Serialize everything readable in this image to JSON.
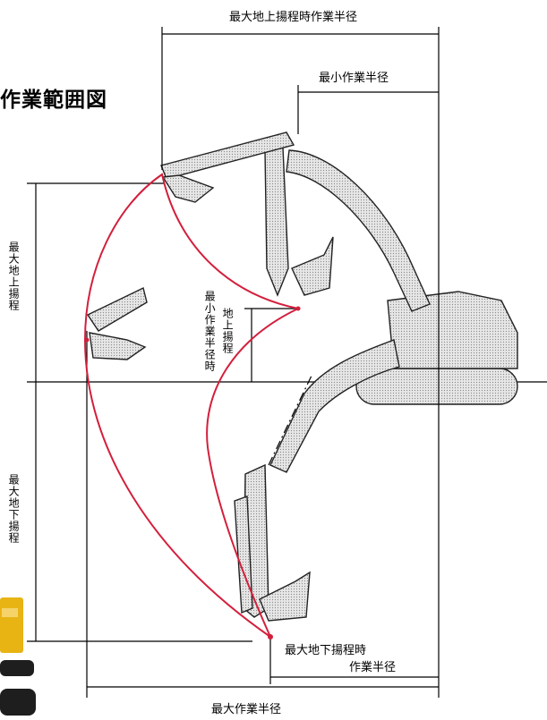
{
  "title": "作業範囲図",
  "labels": {
    "max_radius_at_ground_lift": "最大地上揚程時作業半径",
    "min_working_radius": "最小作業半径",
    "max_ground_lift": "最大地上揚程",
    "min_radius_label": "最小作業半径時",
    "ground_lift": "地上揚程",
    "max_underground_lift": "最大地下揚程",
    "max_underground_radius_line1": "最大地下揚程時",
    "max_underground_radius_line2": "作業半径",
    "max_working_radius": "最大作業半径"
  },
  "colors": {
    "envelope": "#d31f3c",
    "dimension": "#000000",
    "machine_fill": "#e4e4e4",
    "machine_dots": "#8a8a8a",
    "machine_outline": "#222222",
    "thumbnail_yellow": "#e8b414"
  }
}
